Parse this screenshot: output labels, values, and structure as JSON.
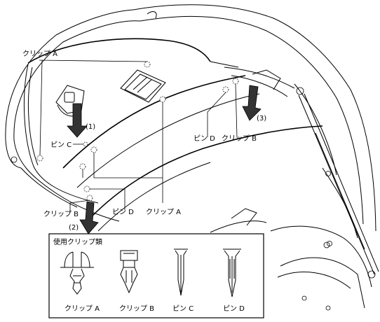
{
  "callouts": {
    "clip_a_top": "クリップ A",
    "clip_a_mid": "クリップ A",
    "clip_b_left": "クリップ B",
    "clip_b_right": "クリップ B",
    "pin_c": "ピン C",
    "pin_d_left": "ピン D",
    "pin_d_right": "ピン D"
  },
  "steps": {
    "step1": "(1)",
    "step2": "(2)",
    "step3": "(3)"
  },
  "legend": {
    "title": "使用クリップ類",
    "clip_a": "クリップ A",
    "clip_b": "クリップ B",
    "pin_c": "ピン C",
    "pin_d": "ピン D"
  }
}
